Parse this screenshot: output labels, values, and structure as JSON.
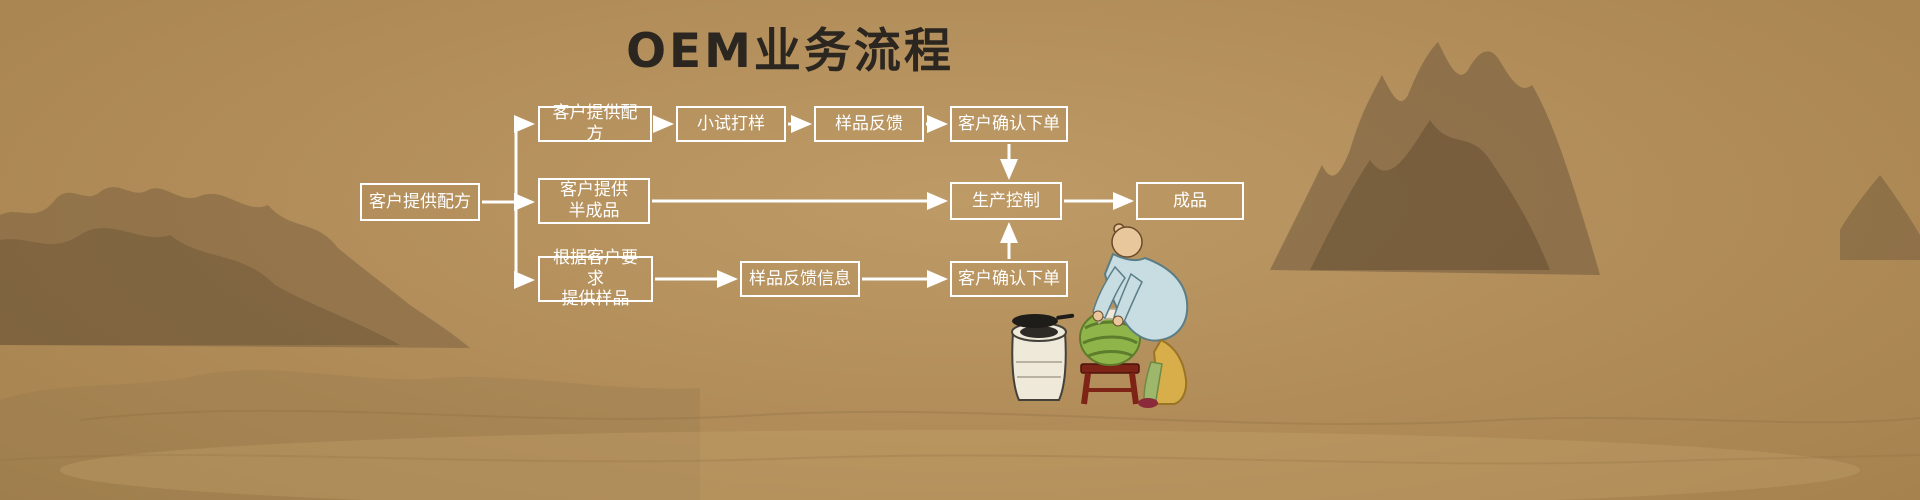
{
  "title": "OEM业务流程",
  "flowchart": {
    "nodes": [
      {
        "id": "start",
        "label": "客户提供配方"
      },
      {
        "id": "top-1",
        "label": "客户提供配方"
      },
      {
        "id": "top-2",
        "label": "小试打样"
      },
      {
        "id": "top-3",
        "label": "样品反馈"
      },
      {
        "id": "top-4",
        "label": "客户确认下单"
      },
      {
        "id": "mid-1",
        "label": "客户提供\n半成品"
      },
      {
        "id": "mid-2",
        "label": "生产控制"
      },
      {
        "id": "mid-3",
        "label": "成品"
      },
      {
        "id": "bot-1",
        "label": "根据客户要求\n提供样品"
      },
      {
        "id": "bot-2",
        "label": "样品反馈信息"
      },
      {
        "id": "bot-3",
        "label": "客户确认下单"
      }
    ],
    "edges": [
      {
        "from": "start",
        "to": "top-1"
      },
      {
        "from": "start",
        "to": "mid-1"
      },
      {
        "from": "start",
        "to": "bot-1"
      },
      {
        "from": "top-1",
        "to": "top-2"
      },
      {
        "from": "top-2",
        "to": "top-3"
      },
      {
        "from": "top-3",
        "to": "top-4"
      },
      {
        "from": "top-4",
        "to": "mid-2"
      },
      {
        "from": "mid-1",
        "to": "mid-2"
      },
      {
        "from": "mid-2",
        "to": "mid-3"
      },
      {
        "from": "bot-1",
        "to": "bot-2"
      },
      {
        "from": "bot-2",
        "to": "bot-3"
      },
      {
        "from": "bot-3",
        "to": "mid-2"
      }
    ]
  },
  "colors": {
    "background": "#b18c58",
    "box_border": "#ffffff",
    "box_text": "#ffffff",
    "arrow": "#ffffff",
    "title_text": "#2b2620"
  }
}
